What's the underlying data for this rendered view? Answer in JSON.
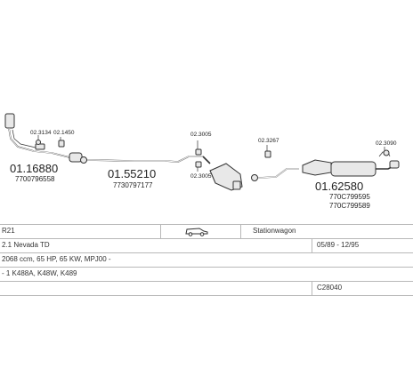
{
  "parts": {
    "p1_number": "01.16880",
    "p1_oem": "7700796558",
    "p2_number": "01.55210",
    "p2_oem": "7730797177",
    "p3_number": "01.62580",
    "p3_oem_a": "770C799595",
    "p3_oem_b": "770C799589"
  },
  "fittings": {
    "f1": "02.3134",
    "f2": "02.1450",
    "f3": "02.3005",
    "f4": "02.3005",
    "f5": "02.3267",
    "f6": "02.3090"
  },
  "info": {
    "row1_model": "R21",
    "row1_body": "Stationwagon",
    "row2_variant": "2.1 Nevada TD",
    "row2_dates": "05/89 - 12/95",
    "row3_engine": "2068 ccm, 65 HP, 65 KW, MPJ00 -",
    "row4_codes": "- 1 K488A, K48W, K489",
    "row5_ref": "C28040"
  },
  "icons": {
    "car_type": "station-wagon-icon"
  }
}
